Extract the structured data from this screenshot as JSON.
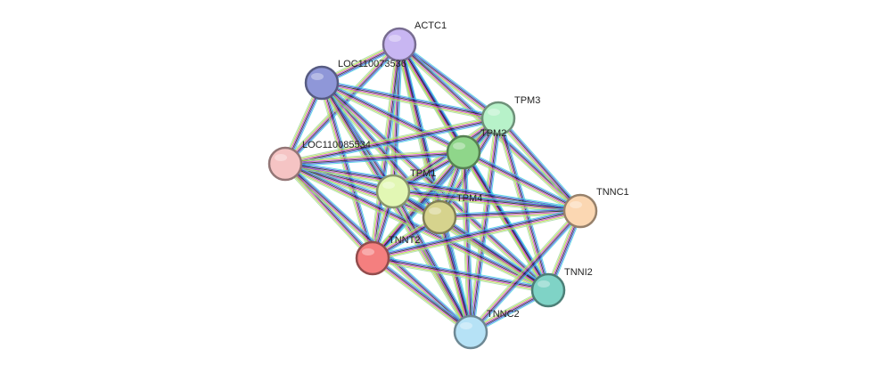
{
  "network": {
    "nodes": [
      {
        "id": "ACTC1",
        "label": "ACTC1",
        "color": "#c8b6f2"
      },
      {
        "id": "LOC110073536",
        "label": "LOC110073536",
        "color": "#8f97d8"
      },
      {
        "id": "TPM3",
        "label": "TPM3",
        "color": "#b7f2c9"
      },
      {
        "id": "TPM2",
        "label": "TPM2",
        "color": "#8fd68a"
      },
      {
        "id": "LOC110085534",
        "label": "LOC110085534",
        "color": "#f5c4c4"
      },
      {
        "id": "TPM1",
        "label": "TPM1",
        "color": "#e2f7b4"
      },
      {
        "id": "TPM4",
        "label": "TPM4",
        "color": "#d6d38d"
      },
      {
        "id": "TNNC1",
        "label": "TNNC1",
        "color": "#fbd7b2"
      },
      {
        "id": "TNNT2",
        "label": "TNNT2",
        "color": "#f47f7f"
      },
      {
        "id": "TNNI2",
        "label": "TNNI2",
        "color": "#7fd3c6"
      },
      {
        "id": "TNNC2",
        "label": "TNNC2",
        "color": "#b6e2f6"
      }
    ],
    "edges": [
      [
        "ACTC1",
        "LOC110073536"
      ],
      [
        "ACTC1",
        "TPM3"
      ],
      [
        "ACTC1",
        "TPM2"
      ],
      [
        "ACTC1",
        "LOC110085534"
      ],
      [
        "ACTC1",
        "TPM1"
      ],
      [
        "ACTC1",
        "TPM4"
      ],
      [
        "ACTC1",
        "TNNT2"
      ],
      [
        "ACTC1",
        "TNNC1"
      ],
      [
        "ACTC1",
        "TNNI2"
      ],
      [
        "ACTC1",
        "TNNC2"
      ],
      [
        "LOC110073536",
        "TPM3"
      ],
      [
        "LOC110073536",
        "TPM2"
      ],
      [
        "LOC110073536",
        "LOC110085534"
      ],
      [
        "LOC110073536",
        "TPM1"
      ],
      [
        "LOC110073536",
        "TPM4"
      ],
      [
        "LOC110073536",
        "TNNT2"
      ],
      [
        "LOC110073536",
        "TNNI2"
      ],
      [
        "LOC110073536",
        "TNNC2"
      ],
      [
        "TPM3",
        "TPM2"
      ],
      [
        "TPM3",
        "LOC110085534"
      ],
      [
        "TPM3",
        "TPM1"
      ],
      [
        "TPM3",
        "TPM4"
      ],
      [
        "TPM3",
        "TNNT2"
      ],
      [
        "TPM3",
        "TNNC1"
      ],
      [
        "TPM3",
        "TNNI2"
      ],
      [
        "TPM3",
        "TNNC2"
      ],
      [
        "TPM2",
        "LOC110085534"
      ],
      [
        "TPM2",
        "TPM1"
      ],
      [
        "TPM2",
        "TPM4"
      ],
      [
        "TPM2",
        "TNNT2"
      ],
      [
        "TPM2",
        "TNNC1"
      ],
      [
        "TPM2",
        "TNNI2"
      ],
      [
        "TPM2",
        "TNNC2"
      ],
      [
        "LOC110085534",
        "TPM1"
      ],
      [
        "LOC110085534",
        "TPM4"
      ],
      [
        "LOC110085534",
        "TNNT2"
      ],
      [
        "LOC110085534",
        "TNNC1"
      ],
      [
        "LOC110085534",
        "TNNI2"
      ],
      [
        "LOC110085534",
        "TNNC2"
      ],
      [
        "TPM1",
        "TPM4"
      ],
      [
        "TPM1",
        "TNNT2"
      ],
      [
        "TPM1",
        "TNNC1"
      ],
      [
        "TPM1",
        "TNNI2"
      ],
      [
        "TPM1",
        "TNNC2"
      ],
      [
        "TPM4",
        "TNNT2"
      ],
      [
        "TPM4",
        "TNNC1"
      ],
      [
        "TPM4",
        "TNNI2"
      ],
      [
        "TPM4",
        "TNNC2"
      ],
      [
        "TNNT2",
        "TNNC1"
      ],
      [
        "TNNT2",
        "TNNI2"
      ],
      [
        "TNNT2",
        "TNNC2"
      ],
      [
        "TNNC1",
        "TNNI2"
      ],
      [
        "TNNC1",
        "TNNC2"
      ],
      [
        "TNNI2",
        "TNNC2"
      ]
    ],
    "edge_colors": [
      "#46d0e0",
      "#3344d8",
      "#222222",
      "#d23bd2",
      "#b6dd3c",
      "#a6d8a0"
    ]
  }
}
